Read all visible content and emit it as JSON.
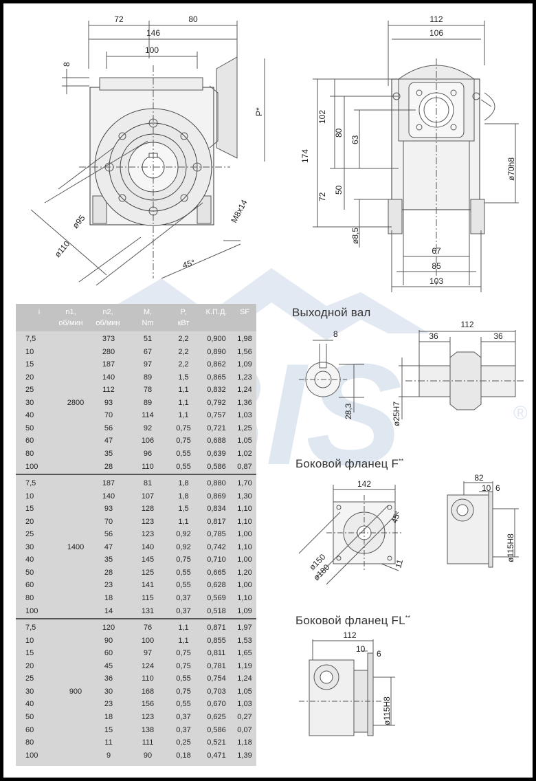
{
  "main_view": {
    "dims": [
      "72",
      "80",
      "146",
      "100",
      "8",
      "P*",
      "ø95",
      "ø110",
      "M8x14",
      "45°"
    ]
  },
  "side_view": {
    "dims": [
      "112",
      "106",
      "102",
      "80",
      "63",
      "174",
      "72",
      "50",
      "ø8,5",
      "ø70h8",
      "67",
      "85",
      "103"
    ]
  },
  "output_shaft": {
    "title": "Выходной вал",
    "dims": [
      "8",
      "28,3",
      "ø25H7",
      "112",
      "36",
      "36"
    ]
  },
  "flange_f": {
    "title": "Боковой фланец F",
    "title_sup": "**",
    "dims": [
      "142",
      "45°",
      "ø150",
      "ø180",
      "11",
      "82",
      "10",
      "6",
      "ø115H8"
    ]
  },
  "flange_fl": {
    "title": "Боковой фланец FL",
    "title_sup": "**",
    "dims": [
      "112",
      "10",
      "6",
      "ø115H8"
    ]
  },
  "table": {
    "headers": [
      {
        "l1": "i",
        "l2": ""
      },
      {
        "l1": "n1,",
        "l2": "об/мин"
      },
      {
        "l1": "n2,",
        "l2": "об/мин"
      },
      {
        "l1": "M,",
        "l2": "Nm"
      },
      {
        "l1": "P,",
        "l2": "кВт"
      },
      {
        "l1": "К.П.Д.",
        "l2": ""
      },
      {
        "l1": "SF",
        "l2": ""
      }
    ],
    "groups": [
      {
        "n1": "2800",
        "rows": [
          [
            "7,5",
            "373",
            "51",
            "2,2",
            "0,900",
            "1,98"
          ],
          [
            "10",
            "280",
            "67",
            "2,2",
            "0,890",
            "1,56"
          ],
          [
            "15",
            "187",
            "97",
            "2,2",
            "0,862",
            "1,09"
          ],
          [
            "20",
            "140",
            "89",
            "1,5",
            "0,865",
            "1,23"
          ],
          [
            "25",
            "112",
            "78",
            "1,1",
            "0,832",
            "1,24"
          ],
          [
            "30",
            "93",
            "89",
            "1,1",
            "0,792",
            "1,36"
          ],
          [
            "40",
            "70",
            "114",
            "1,1",
            "0,757",
            "1,03"
          ],
          [
            "50",
            "56",
            "92",
            "0,75",
            "0,721",
            "1,25"
          ],
          [
            "60",
            "47",
            "106",
            "0,75",
            "0,688",
            "1,05"
          ],
          [
            "80",
            "35",
            "96",
            "0,55",
            "0,639",
            "1,02"
          ],
          [
            "100",
            "28",
            "110",
            "0,55",
            "0,586",
            "0,87"
          ]
        ]
      },
      {
        "n1": "1400",
        "rows": [
          [
            "7,5",
            "187",
            "81",
            "1,8",
            "0,880",
            "1,70"
          ],
          [
            "10",
            "140",
            "107",
            "1,8",
            "0,869",
            "1,30"
          ],
          [
            "15",
            "93",
            "128",
            "1,5",
            "0,834",
            "1,10"
          ],
          [
            "20",
            "70",
            "123",
            "1,1",
            "0,817",
            "1,10"
          ],
          [
            "25",
            "56",
            "123",
            "0,92",
            "0,785",
            "1,00"
          ],
          [
            "30",
            "47",
            "140",
            "0,92",
            "0,742",
            "1,10"
          ],
          [
            "40",
            "35",
            "145",
            "0,75",
            "0,710",
            "1,00"
          ],
          [
            "50",
            "28",
            "125",
            "0,55",
            "0,665",
            "1,20"
          ],
          [
            "60",
            "23",
            "141",
            "0,55",
            "0,628",
            "1,00"
          ],
          [
            "80",
            "18",
            "115",
            "0,37",
            "0,569",
            "1,10"
          ],
          [
            "100",
            "14",
            "131",
            "0,37",
            "0,518",
            "1,09"
          ]
        ]
      },
      {
        "n1": "900",
        "rows": [
          [
            "7,5",
            "120",
            "76",
            "1,1",
            "0,871",
            "1,97"
          ],
          [
            "10",
            "90",
            "100",
            "1,1",
            "0,855",
            "1,53"
          ],
          [
            "15",
            "60",
            "97",
            "0,75",
            "0,811",
            "1,65"
          ],
          [
            "20",
            "45",
            "124",
            "0,75",
            "0,781",
            "1,19"
          ],
          [
            "25",
            "36",
            "110",
            "0,55",
            "0,754",
            "1,24"
          ],
          [
            "30",
            "30",
            "168",
            "0,75",
            "0,703",
            "1,05"
          ],
          [
            "40",
            "23",
            "156",
            "0,55",
            "0,670",
            "1,03"
          ],
          [
            "50",
            "18",
            "123",
            "0,37",
            "0,625",
            "0,27"
          ],
          [
            "60",
            "15",
            "138",
            "0,37",
            "0,586",
            "0,07"
          ],
          [
            "80",
            "11",
            "111",
            "0,25",
            "0,521",
            "1,18"
          ],
          [
            "100",
            "9",
            "90",
            "0,18",
            "0,471",
            "1,39"
          ]
        ]
      }
    ]
  },
  "watermark": {
    "text": "IRBIS",
    "mark": "®",
    "color": "#dfe7f1"
  }
}
